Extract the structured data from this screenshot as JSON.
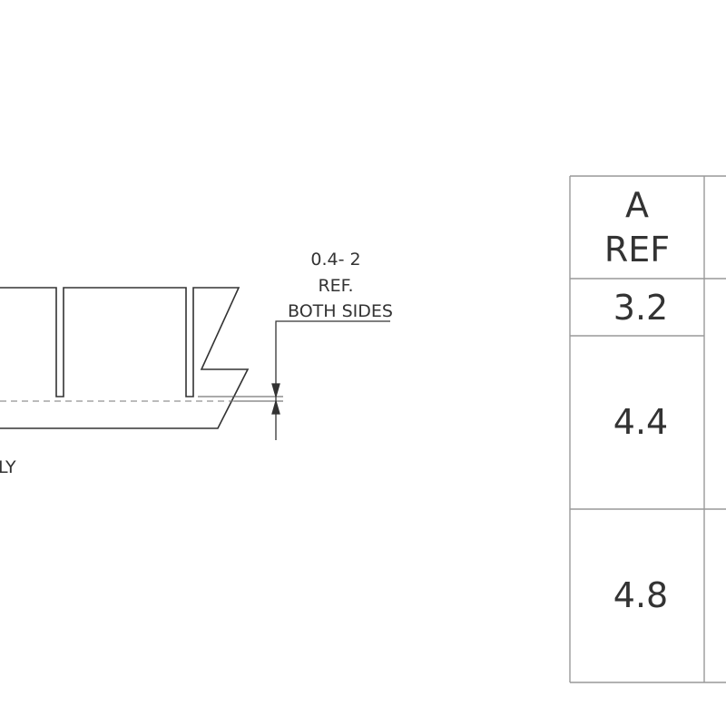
{
  "dimension_note": {
    "line1": "0.4- 2",
    "line2": "REF.",
    "line3": "BOTH SIDES"
  },
  "partial_label": "LY",
  "table": {
    "header": [
      "A",
      "REF"
    ],
    "values": [
      "3.2",
      "4.4",
      "4.8"
    ]
  },
  "colors": {
    "line": "#333333",
    "grid": "#999999"
  }
}
